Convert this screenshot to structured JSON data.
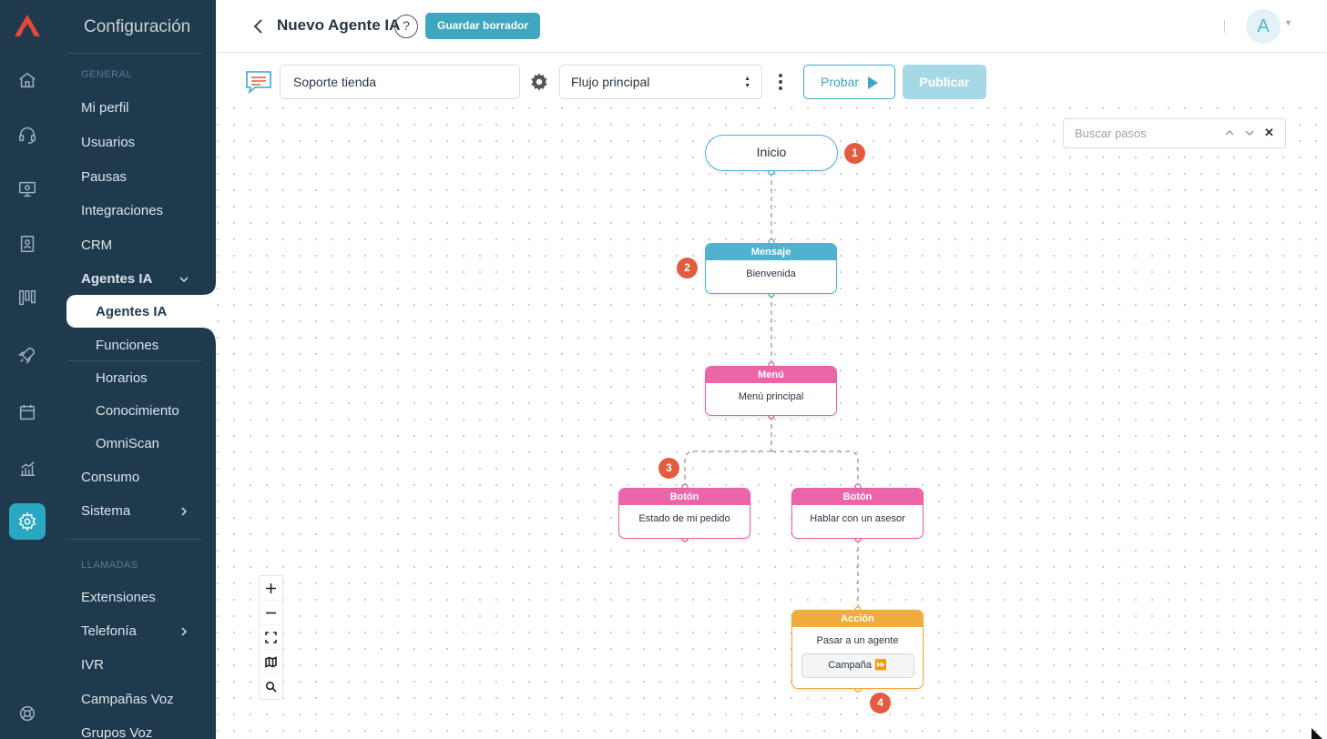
{
  "rail": {
    "icons": [
      "logo-icon",
      "home-icon",
      "headset-icon",
      "monitor-icon",
      "contacts-icon",
      "kanban-icon",
      "rocket-icon",
      "calendar-icon",
      "chart-icon",
      "gear-icon",
      "help-lifebuoy-icon"
    ],
    "active": "gear-icon",
    "accent": "#2aa7c1",
    "background": "#1f3a4d"
  },
  "sidebar": {
    "title": "Configuración",
    "section_general": "GENERAL",
    "items": [
      "Mi perfil",
      "Usuarios",
      "Pausas",
      "Integraciones",
      "CRM"
    ],
    "group_label": "Agentes IA",
    "group_items": [
      "Agentes IA",
      "Funciones",
      "Horarios",
      "Conocimiento",
      "OmniScan"
    ],
    "items_after": [
      "Consumo",
      "Sistema"
    ],
    "section_calls": "LLAMADAS",
    "call_items": [
      "Extensiones",
      "Telefonía",
      "IVR",
      "Campañas Voz",
      "Grupos Voz"
    ]
  },
  "header": {
    "title": "Nuevo Agente IA",
    "help": "?",
    "draft_button": "Guardar borrador",
    "avatar_letter": "A"
  },
  "toolbar": {
    "agent_name": "Soporte tienda",
    "flow_select": "Flujo principal",
    "test_button": "Probar",
    "publish_button": "Publicar"
  },
  "search": {
    "placeholder": "Buscar pasos",
    "close": "✕"
  },
  "flow": {
    "start": "Inicio",
    "message": {
      "type": "Mensaje",
      "text": "Bienvenida"
    },
    "menu": {
      "type": "Menú",
      "text": "Menú principal"
    },
    "button1": {
      "type": "Botón",
      "text": "Estado de mi pedido"
    },
    "button2": {
      "type": "Botón",
      "text": "Hablar con un asesor"
    },
    "action": {
      "type": "Acción",
      "text": "Pasar a un agente",
      "chip": "Campaña ⏩"
    },
    "badges": [
      "1",
      "2",
      "3",
      "4"
    ]
  },
  "zoom": {
    "icons": [
      "zoom-in-icon",
      "zoom-out-icon",
      "fit-view-icon",
      "minimap-icon",
      "search-icon"
    ]
  },
  "colors": {
    "message": "#4fb2cf",
    "menu_button": "#ea66a8",
    "action": "#f0ac3e",
    "badge": "#e25d3f"
  }
}
